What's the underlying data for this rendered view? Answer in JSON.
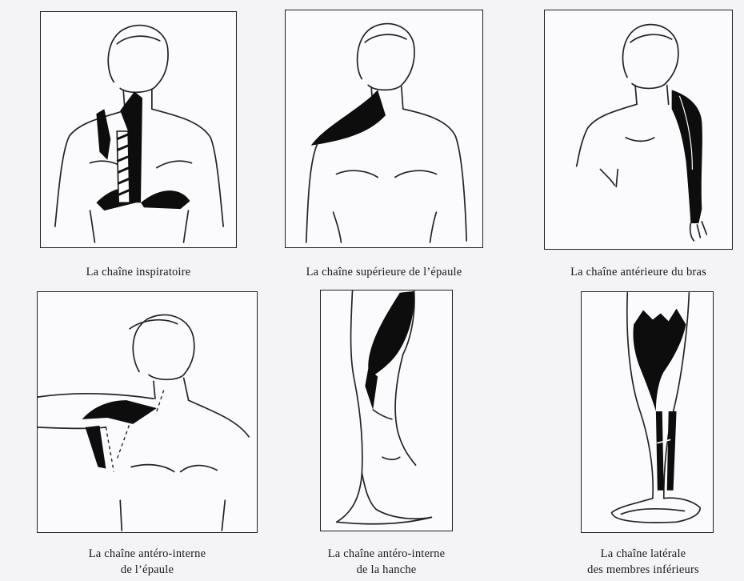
{
  "figures": [
    {
      "caption_line1": "La chaîne inspiratoire",
      "caption_line2": ""
    },
    {
      "caption_line1": "La chaîne supérieure de l’épaule",
      "caption_line2": ""
    },
    {
      "caption_line1": "La chaîne antérieure du bras",
      "caption_line2": ""
    },
    {
      "caption_line1": "La chaîne antéro-interne",
      "caption_line2": "de l’épaule"
    },
    {
      "caption_line1": "La chaîne antéro-interne",
      "caption_line2": "de la hanche"
    },
    {
      "caption_line1": "La chaîne latérale",
      "caption_line2": "des membres inférieurs"
    }
  ]
}
